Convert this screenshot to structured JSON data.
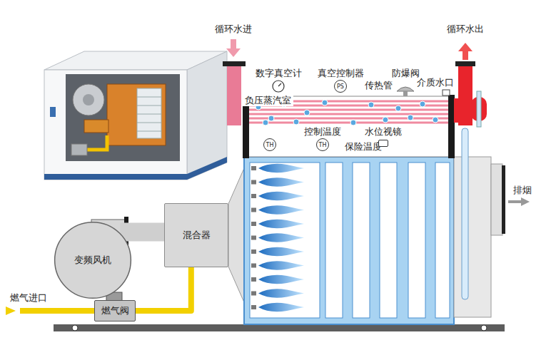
{
  "diagram": {
    "nodes": [
      {
        "text": [
          "数字真空计"
        ]
      },
      {
        "text": [
          "真空控制器",
          "PS"
        ]
      },
      {
        "text": [
          "负压蒸汽室"
        ]
      },
      {
        "text": [
          "保险温度",
          "TH"
        ],
        "in": 2
      },
      {
        "text": [
          "控制温度",
          "TH"
        ],
        "in": 2
      },
      {
        "text": [
          "水位视镜"
        ],
        "in": 2
      },
      {
        "text": [
          "混合器"
        ]
      },
      {
        "text": [
          "变频风机"
        ]
      },
      {
        "text": [
          "燃气阀"
        ]
      }
    ],
    "edges": [
      {
        "from": 7,
        "to": 6,
        "arrow": "none"
      },
      {
        "from": 8,
        "to": 6,
        "arrow": "none"
      }
    ],
    "labels": [
      "循环水进",
      "循环水出",
      "防爆阀",
      "传热管",
      "介质水口",
      "排烟",
      "燃气进口"
    ]
  }
}
